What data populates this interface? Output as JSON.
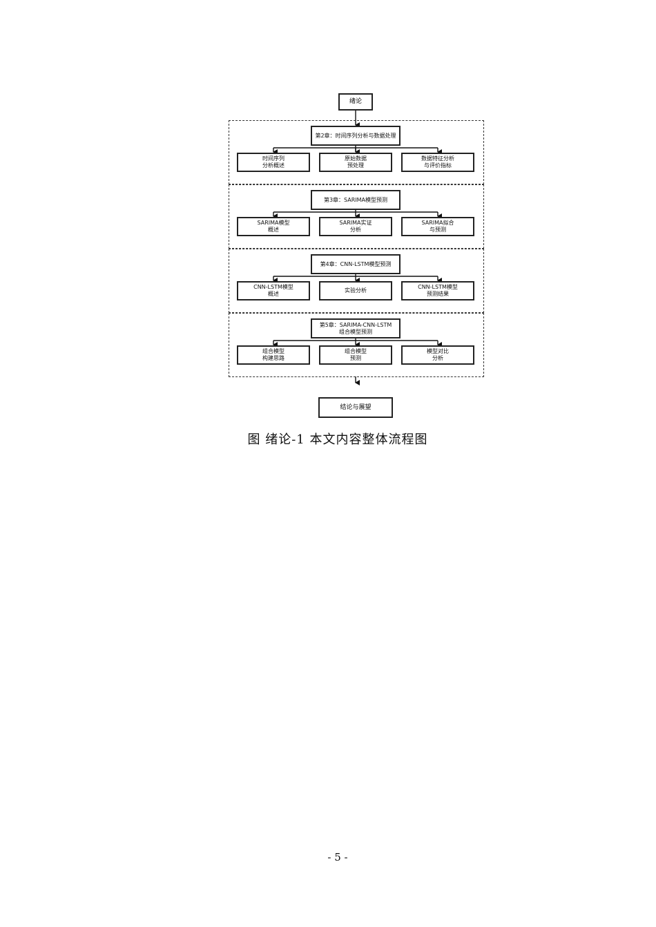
{
  "flowchart": {
    "start": "绪论",
    "sections": [
      {
        "header": [
          "第2章：时间序列分析与数据处理"
        ],
        "children": [
          [
            "时间序列",
            "分析概述"
          ],
          [
            "原始数据",
            "预处理"
          ],
          [
            "数据特征分析",
            "与评价指标"
          ]
        ]
      },
      {
        "header": [
          "第3章：SARIMA模型预测"
        ],
        "children": [
          [
            "SARIMA模型",
            "概述"
          ],
          [
            "SARIMA实证",
            "分析"
          ],
          [
            "SARIMA拟合",
            "与预测"
          ]
        ]
      },
      {
        "header": [
          "第4章：CNN-LSTM模型预测"
        ],
        "children": [
          [
            "CNN-LSTM模型",
            "概述"
          ],
          [
            "实验分析"
          ],
          [
            "CNN-LSTM模型",
            "预测结果"
          ]
        ]
      },
      {
        "header": [
          "第5章：SARIMA-CNN-LSTM",
          "组合模型预测"
        ],
        "children": [
          [
            "组合模型",
            "构建思路"
          ],
          [
            "组合模型",
            "预测"
          ],
          [
            "模型对比",
            "分析"
          ]
        ]
      }
    ],
    "end": "结论与展望"
  },
  "caption": "图   绪论-1 本文内容整体流程图",
  "page_number": "- 5 -"
}
